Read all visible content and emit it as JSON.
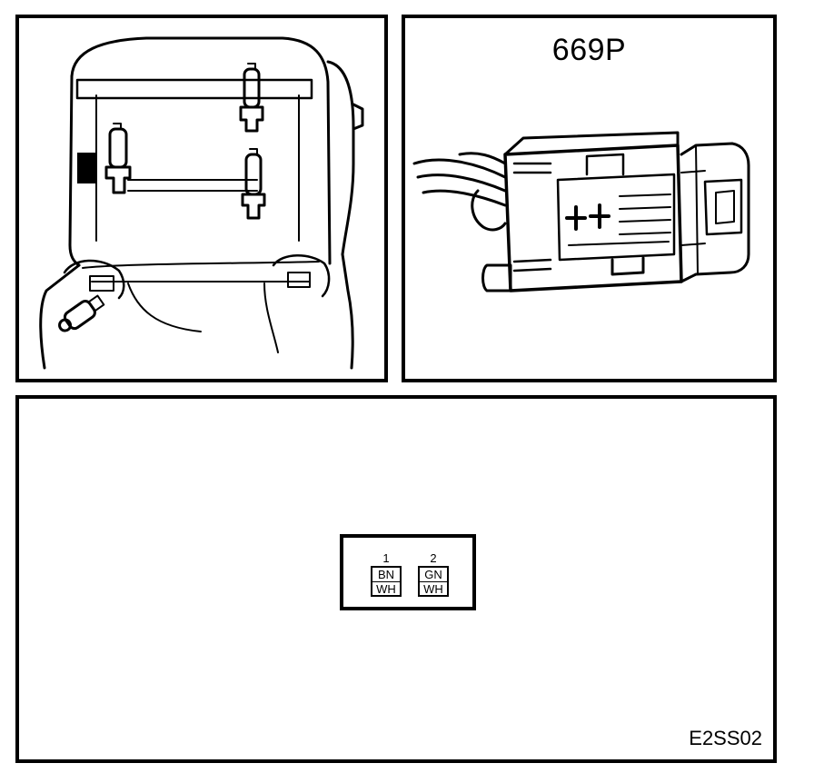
{
  "connector": {
    "title": "669P"
  },
  "pinout": {
    "pins": [
      {
        "number": "1",
        "color_top": "BN",
        "color_bottom": "WH"
      },
      {
        "number": "2",
        "color_top": "GN",
        "color_bottom": "WH"
      }
    ]
  },
  "footer": {
    "code": "E2SS02"
  }
}
